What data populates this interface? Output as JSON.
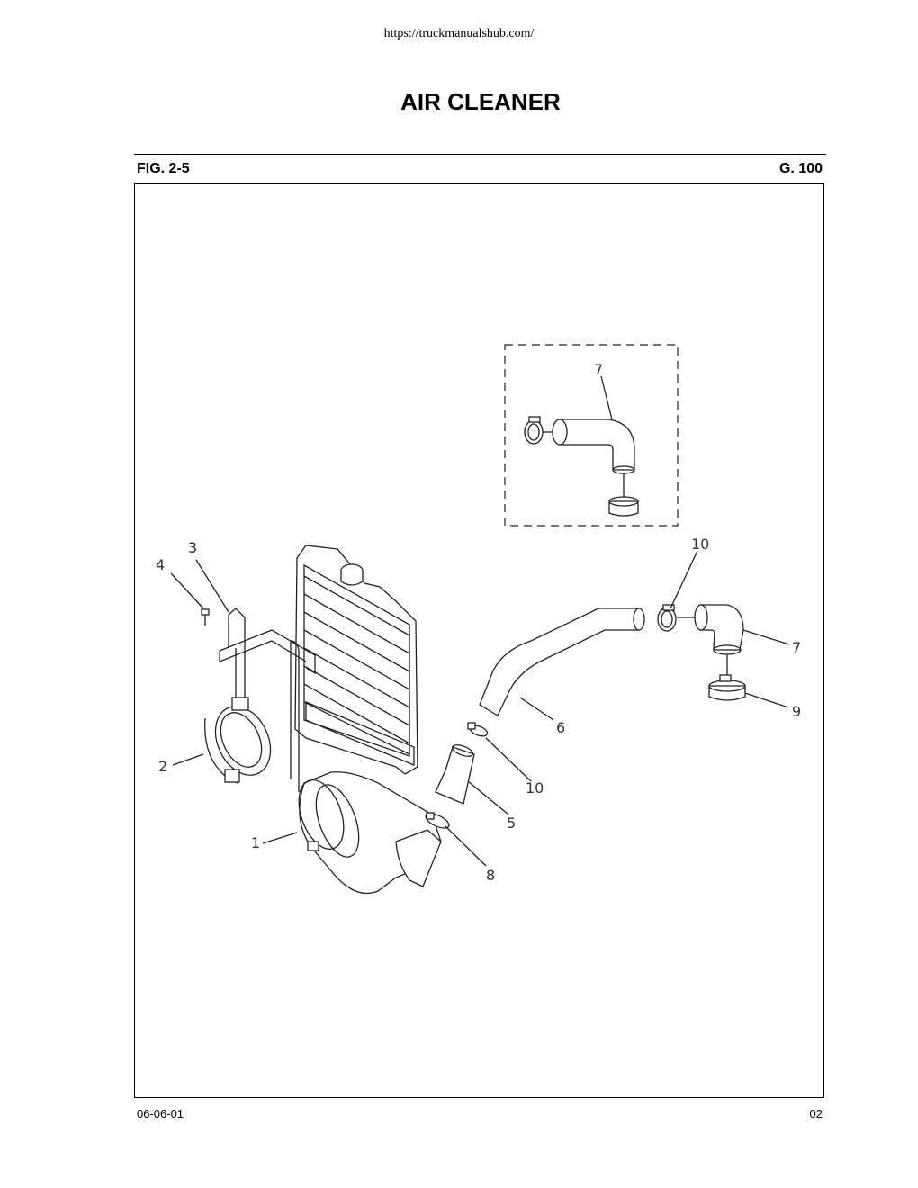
{
  "header": {
    "url": "https://truckmanualshub.com/",
    "title": "AIR CLEANER"
  },
  "figure": {
    "number": "FIG. 2-5",
    "group": "G. 100"
  },
  "callouts": {
    "c1": "1",
    "c2": "2",
    "c3": "3",
    "c4": "4",
    "c5": "5",
    "c6": "6",
    "c7a": "7",
    "c7b": "7",
    "c8": "8",
    "c9": "9",
    "c10a": "10",
    "c10b": "10"
  },
  "footer": {
    "date": "06-06-01",
    "page": "02"
  }
}
